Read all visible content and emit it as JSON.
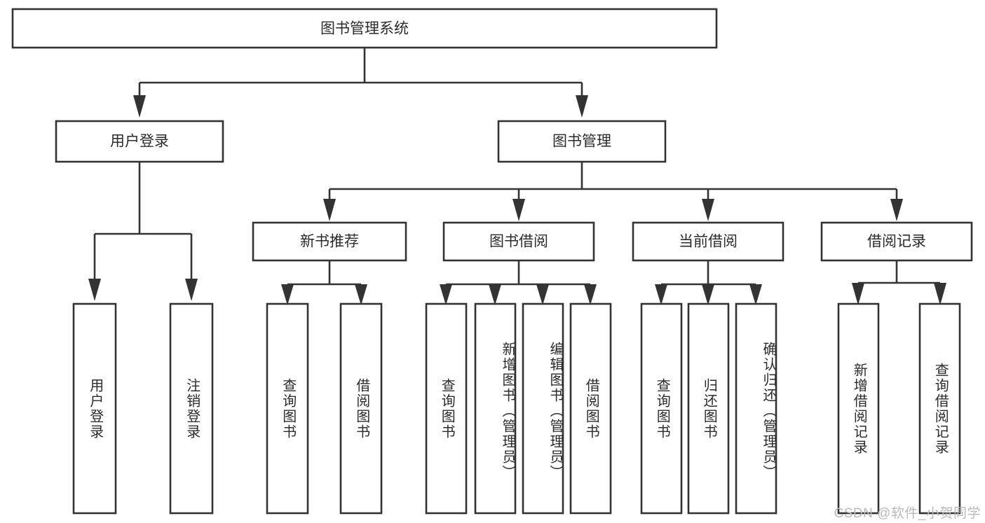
{
  "diagram": {
    "title": "图书管理系统",
    "type": "tree",
    "watermark": "CSDN @软件_小贺同学",
    "colors": {
      "stroke": "#333333",
      "box_fill": "#ffffff",
      "text": "#2b2b2b",
      "watermark": "#b9b9b9",
      "background": "#ffffff"
    },
    "root": {
      "label": "图书管理系统"
    },
    "level2": [
      {
        "label": "用户登录"
      },
      {
        "label": "图书管理"
      }
    ],
    "level3": [
      {
        "label": "新书推荐"
      },
      {
        "label": "图书借阅"
      },
      {
        "label": "当前借阅"
      },
      {
        "label": "借阅记录"
      }
    ],
    "leaves": {
      "user_login": [
        {
          "label": "用户登录"
        },
        {
          "label": "注销登录"
        }
      ],
      "new_book": [
        {
          "label": "查询图书"
        },
        {
          "label": "借阅图书"
        }
      ],
      "borrow": [
        {
          "label": "查询图书"
        },
        {
          "label": "新增图书（管理员）"
        },
        {
          "label": "编辑图书（管理员）"
        },
        {
          "label": "借阅图书"
        }
      ],
      "current": [
        {
          "label": "查询图书"
        },
        {
          "label": "归还图书"
        },
        {
          "label": "确认归还（管理员）"
        }
      ],
      "records": [
        {
          "label": "新增借阅记录"
        },
        {
          "label": "查询借阅记录"
        }
      ]
    }
  }
}
